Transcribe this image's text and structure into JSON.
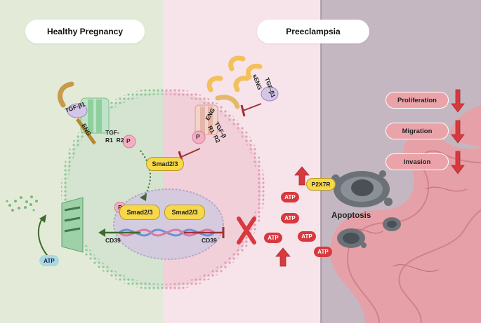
{
  "panels": {
    "healthy_title": "Healthy Pregnancy",
    "preeclampsia_title": "Preeclampsia"
  },
  "healthy": {
    "tgf_b1": "TGF-β1",
    "eng": "ENG",
    "tgf_r1r2": "TGF-\nR1  R2",
    "phospho": "P",
    "smad_phospho": "Smad2/3",
    "cd39": "CD39",
    "atp": "ATP"
  },
  "preeclampsia": {
    "seng": "sENG",
    "tgf_b1": "TGF-β1",
    "eng": "ENG",
    "tgf_b_r1r2": "TGF-β\nR1  R2",
    "phospho": "P",
    "smad_free": "Smad2/3",
    "smad_nuclear": "Smad2/3",
    "cd39": "CD39",
    "p2x7r": "P2X7R",
    "atp_labels": [
      "ATP",
      "ATP",
      "ATP",
      "ATP",
      "ATP"
    ],
    "apoptosis": "Apoptosis",
    "effects": [
      "Proliferation",
      "Migration",
      "Invasion"
    ]
  },
  "colors": {
    "healthy_bg": "#e3ebd8",
    "preeclampsia_bg": "#f7e3ea",
    "trophoblast_bg": "#c4b7c1",
    "membrane_green": "#a8d3b0",
    "membrane_pink": "#e8a9b7",
    "atp_red": "#d8393e",
    "smad_yellow": "#f6d84a",
    "down_arrow": "#d8393e"
  }
}
